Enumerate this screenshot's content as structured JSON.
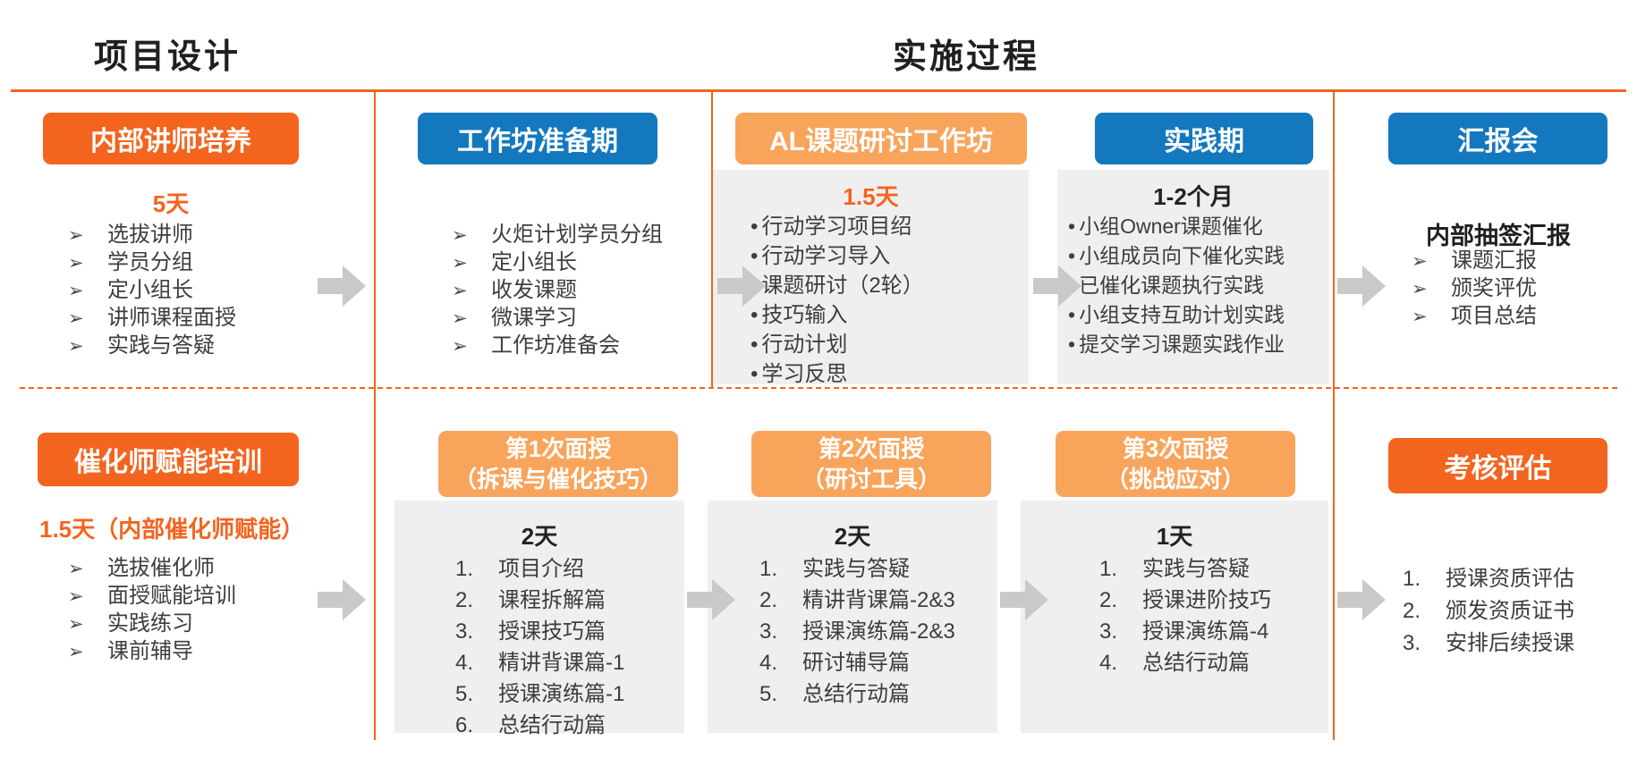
{
  "header": {
    "design_title": "项目设计",
    "impl_title": "实施过程"
  },
  "glyphs": {
    "arrow_bullet": "➢",
    "dot_bullet": "•"
  },
  "colors": {
    "primary_orange": "#F3641E",
    "light_orange": "#F9A45B",
    "blue": "#1478BE",
    "panel_gray": "#EFEFEF",
    "arrow_gray": "#C9C9C9"
  },
  "top_row": {
    "trainer": {
      "title": "内部讲师培养",
      "duration": "5天",
      "items": [
        "选拔讲师",
        "学员分组",
        "定小组长",
        "讲师课程面授",
        "实践与答疑"
      ]
    },
    "prep": {
      "title": "工作坊准备期",
      "items": [
        "火炬计划学员分组",
        "定小组长",
        "收发课题",
        "微课学习",
        "工作坊准备会"
      ]
    },
    "workshop": {
      "title": "AL课题研讨工作坊",
      "duration": "1.5天",
      "items": [
        "行动学习项目绍",
        "行动学习导入",
        "课题研讨（2轮）",
        "技巧输入",
        "行动计划",
        "学习反思"
      ]
    },
    "practice": {
      "title": "实践期",
      "duration": "1-2个月",
      "items": [
        "小组Owner课题催化",
        "小组成员向下催化实践",
        "已催化课题执行实践",
        "小组支持互助计划实践",
        "提交学习课题实践作业"
      ]
    },
    "report": {
      "title": "汇报会",
      "subtitle": "内部抽签汇报",
      "items": [
        "课题汇报",
        "颁奖评优",
        "项目总结"
      ]
    }
  },
  "bottom_row": {
    "facilitator": {
      "title": "催化师赋能培训",
      "duration": "1.5天（内部催化师赋能）",
      "items": [
        "选拔催化师",
        "面授赋能培训",
        "实践练习",
        "课前辅导"
      ]
    },
    "session1": {
      "title_line1": "第1次面授",
      "title_line2": "（拆课与催化技巧）",
      "duration": "2天",
      "items": [
        "项目介绍",
        "课程拆解篇",
        "授课技巧篇",
        "精讲背课篇-1",
        "授课演练篇-1",
        "总结行动篇"
      ]
    },
    "session2": {
      "title_line1": "第2次面授",
      "title_line2": "（研讨工具）",
      "duration": "2天",
      "items": [
        "实践与答疑",
        "精讲背课篇-2&3",
        "授课演练篇-2&3",
        "研讨辅导篇",
        "总结行动篇"
      ]
    },
    "session3": {
      "title_line1": "第3次面授",
      "title_line2": "（挑战应对）",
      "duration": "1天",
      "items": [
        "实践与答疑",
        "授课进阶技巧",
        "授课演练篇-4",
        "总结行动篇"
      ]
    },
    "assessment": {
      "title": "考核评估",
      "items": [
        "授课资质评估",
        "颁发资质证书",
        "安排后续授课"
      ]
    }
  }
}
